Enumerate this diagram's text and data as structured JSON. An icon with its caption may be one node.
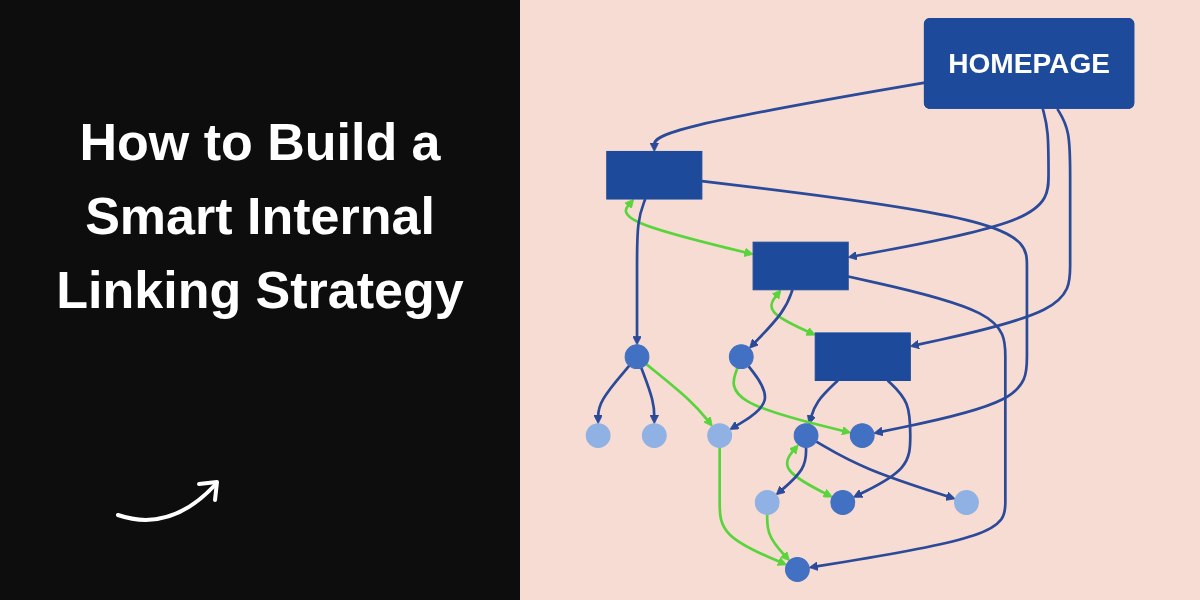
{
  "diagram": {
    "title": "How to Build a Smart Internal Linking Strategy",
    "nodes": [
      {
        "text": [
          "HOMEPAGE"
        ]
      },
      {
        "text": [],
        "shape": "box"
      },
      {
        "text": [],
        "shape": "box"
      },
      {
        "text": [],
        "shape": "box"
      },
      {
        "text": [],
        "shape": "circle"
      },
      {
        "text": [],
        "shape": "circle"
      },
      {
        "text": [],
        "shape": "circle"
      },
      {
        "text": [],
        "shape": "circle"
      },
      {
        "text": [],
        "shape": "circle"
      },
      {
        "text": [],
        "shape": "circle"
      },
      {
        "text": [],
        "shape": "circle"
      },
      {
        "text": [],
        "shape": "circle"
      },
      {
        "text": [],
        "shape": "circle"
      },
      {
        "text": [],
        "shape": "circle"
      },
      {
        "text": [],
        "shape": "circle"
      }
    ],
    "edges": [
      {
        "from": 0,
        "to": 1,
        "arrow": "to"
      },
      {
        "from": 0,
        "to": 2,
        "arrow": "to"
      },
      {
        "from": 0,
        "to": 3,
        "arrow": "to"
      },
      {
        "from": 1,
        "to": 2,
        "arrow": "both",
        "color": "#5ad43c"
      },
      {
        "from": 2,
        "to": 3,
        "arrow": "both",
        "color": "#5ad43c"
      },
      {
        "from": 1,
        "to": 4,
        "arrow": "to"
      },
      {
        "from": 1,
        "to": 5,
        "arrow": "to"
      },
      {
        "from": 2,
        "to": 6,
        "arrow": "to"
      },
      {
        "from": 2,
        "to": 7,
        "arrow": "to"
      },
      {
        "from": 3,
        "to": 8,
        "arrow": "to"
      },
      {
        "from": 3,
        "to": 9,
        "arrow": "to"
      },
      {
        "from": 6,
        "to": 5,
        "arrow": "to",
        "color": "#5ad43c"
      },
      {
        "from": 8,
        "to": 9,
        "arrow": "both",
        "color": "#5ad43c"
      },
      {
        "from": 4,
        "to": 10,
        "arrow": "to"
      },
      {
        "from": 4,
        "to": 11,
        "arrow": "to"
      },
      {
        "from": 4,
        "to": 12,
        "arrow": "to",
        "color": "#5ad43c"
      },
      {
        "from": 6,
        "to": 12,
        "arrow": "to"
      },
      {
        "from": 12,
        "to": 7,
        "arrow": "to",
        "color": "#5ad43c"
      },
      {
        "from": 13,
        "to": 7,
        "arrow": "to",
        "color": "#5ad43c"
      },
      {
        "from": 8,
        "to": 13,
        "arrow": "to"
      },
      {
        "from": 8,
        "to": 14,
        "arrow": "to"
      }
    ]
  }
}
